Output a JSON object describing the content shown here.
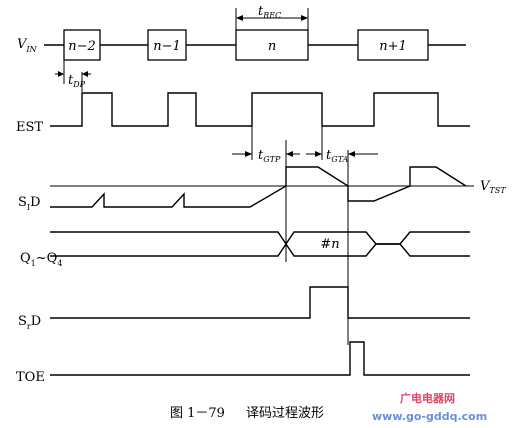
{
  "signals": {
    "vin": {
      "main": "V",
      "sub": "IN"
    },
    "est": "EST",
    "sid": {
      "main": "S",
      "sub": "I",
      "rest": "D"
    },
    "q": {
      "main": "Q",
      "sub1": "1",
      "mid": "~Q",
      "sub2": "4"
    },
    "srd": {
      "main": "S",
      "sub": "r",
      "rest": "D"
    },
    "toe": "TOE"
  },
  "data_blocks": [
    "n−2",
    "n−1",
    "n",
    "n+1"
  ],
  "timing": {
    "trec": {
      "main": "t",
      "sub": "REC"
    },
    "tdp": {
      "main": "t",
      "sub": "DP"
    },
    "tgtp": {
      "main": "t",
      "sub": "GTP"
    },
    "tgta": {
      "main": "t",
      "sub": "GTA"
    },
    "vtst": {
      "main": "V",
      "sub": "TST"
    }
  },
  "bus_value": "#n",
  "caption": {
    "figure": "图 1－79",
    "title": "译码过程波形"
  },
  "watermark": {
    "top": "广电电器网",
    "bottom": "www.go-gddq.com",
    "color_top": "#e0446a",
    "color_bottom": "#6a8fd6"
  }
}
